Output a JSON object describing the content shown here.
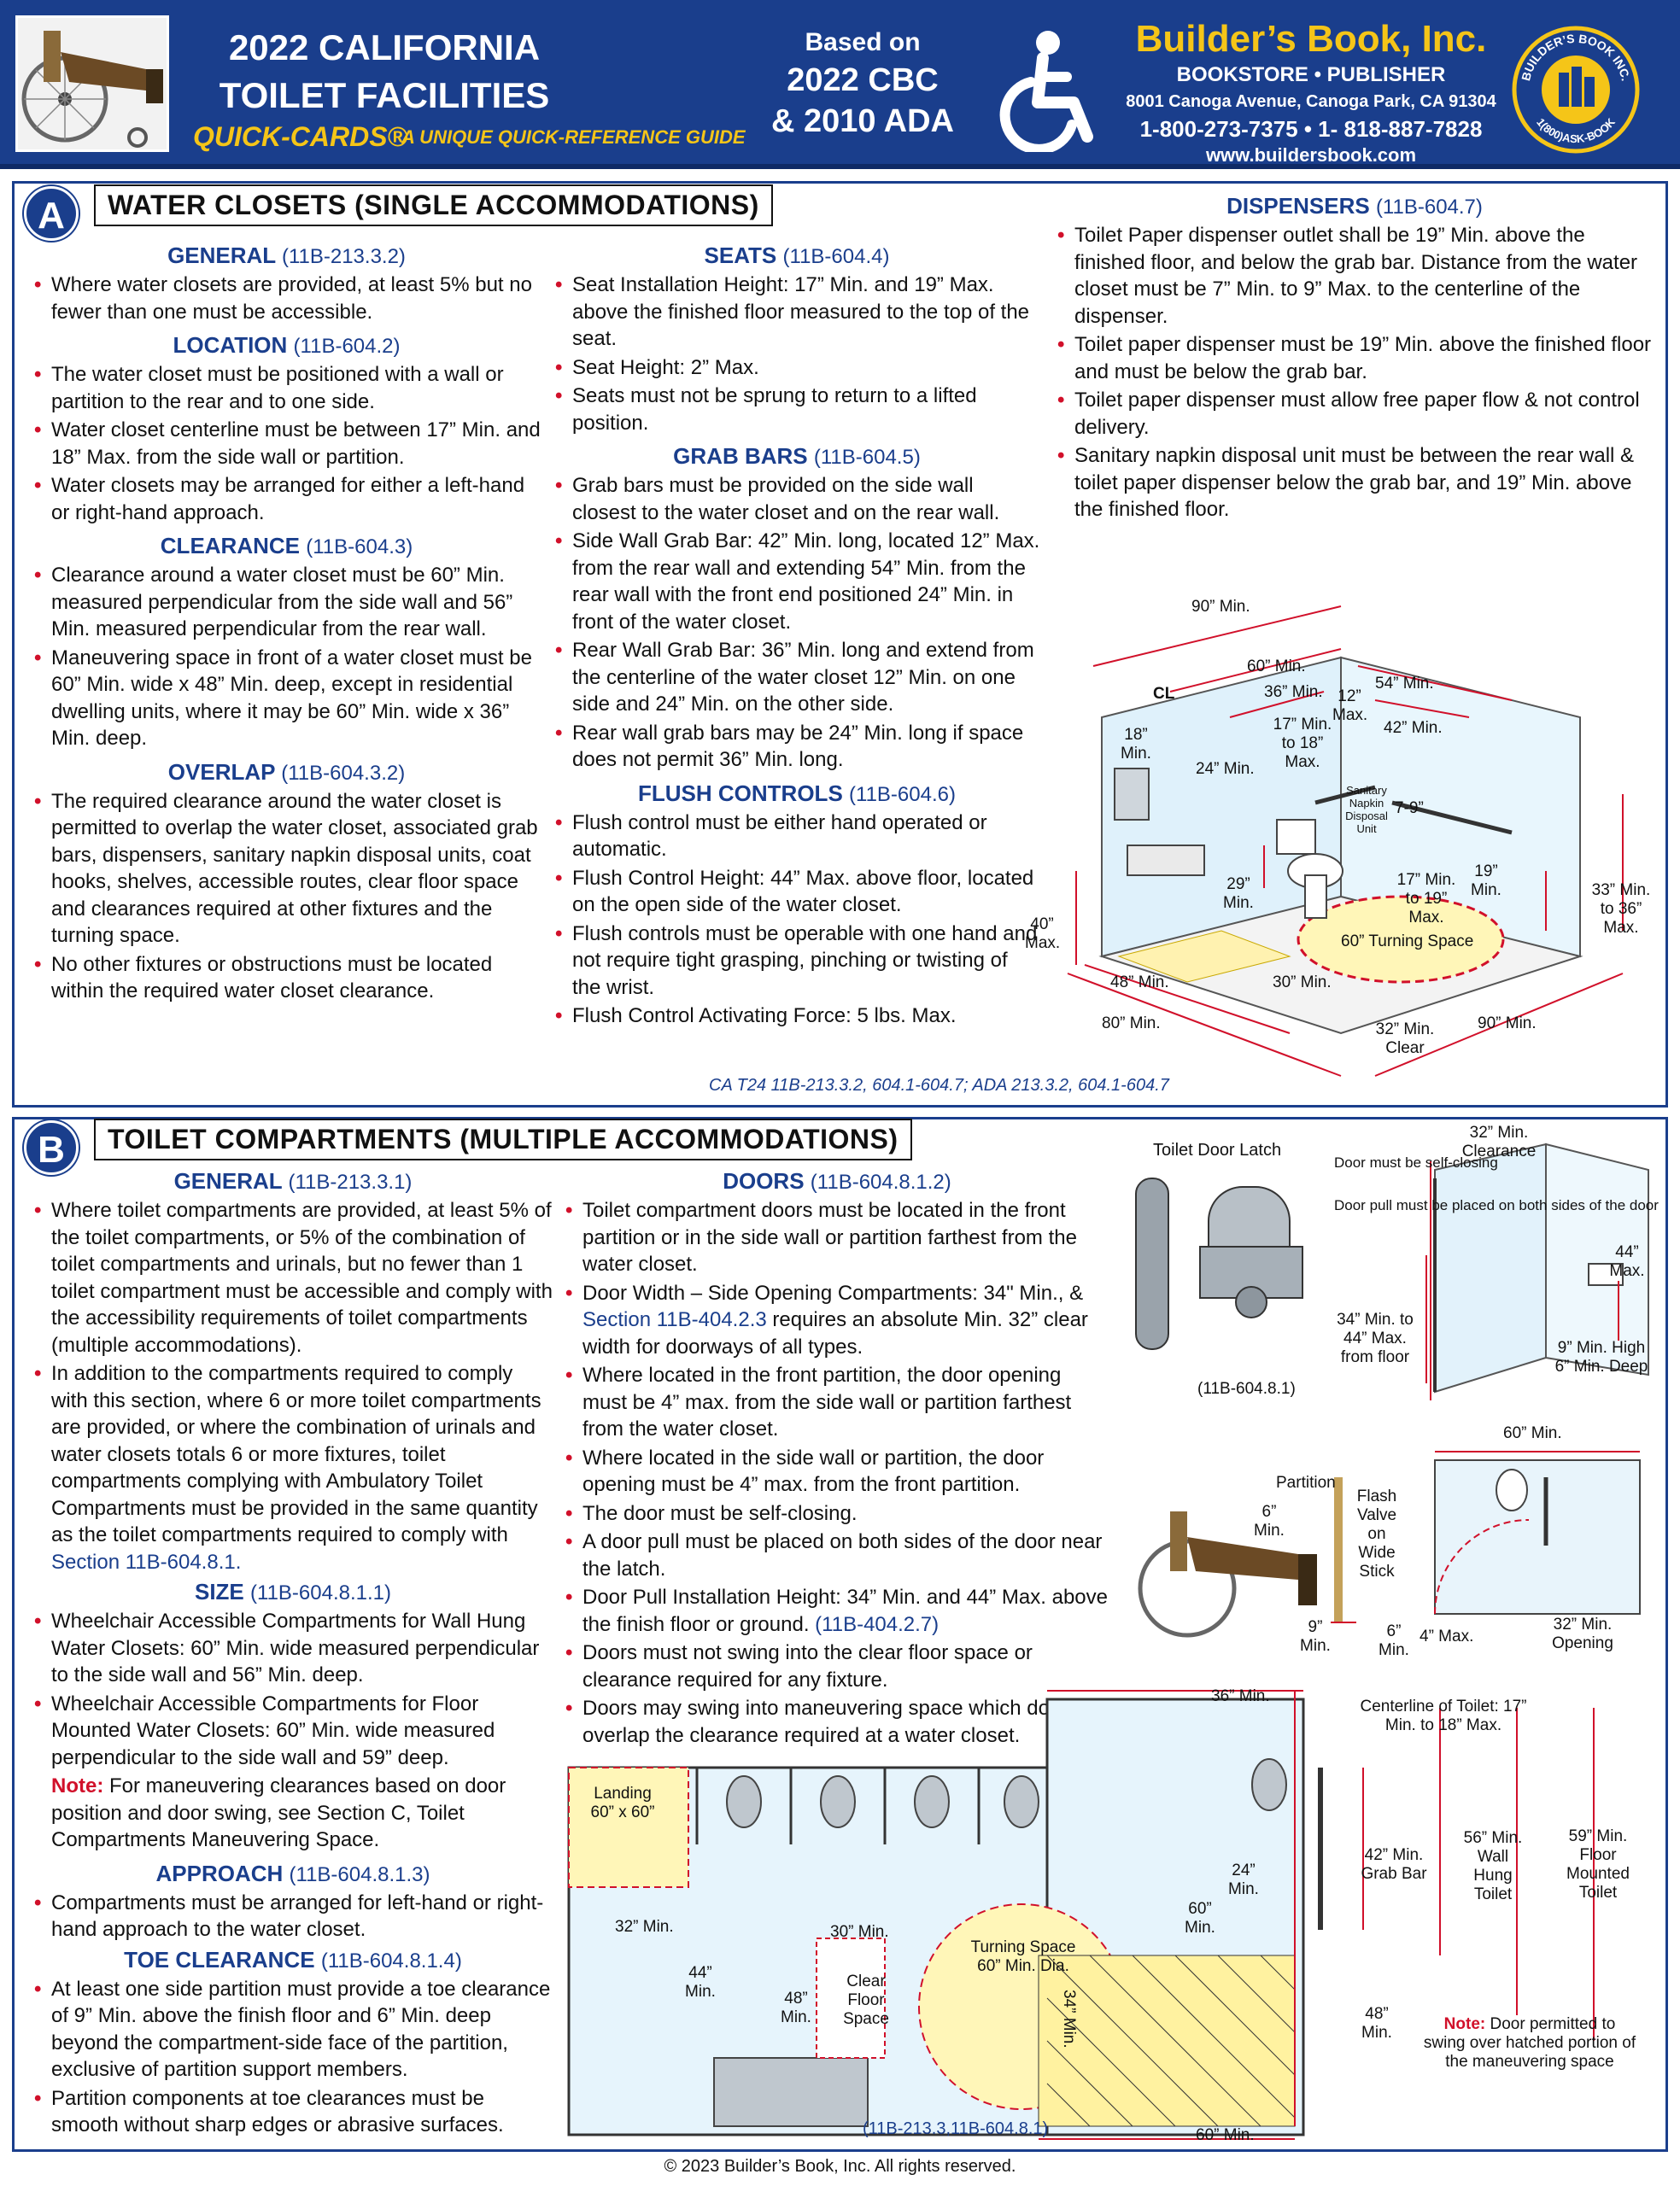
{
  "header": {
    "title_line1": "2022 CALIFORNIA",
    "title_line2": "TOILET FACILITIES",
    "quick_cards": "QUICK-CARDS®",
    "tagline": "A UNIQUE QUICK-REFERENCE GUIDE",
    "based_on": "Based on",
    "based_code1": "2022 CBC",
    "based_code2": "& 2010 ADA",
    "publisher": "Builder’s Book, Inc.",
    "publisher_sub": "BOOKSTORE  •  PUBLISHER",
    "address": "8001 Canoga Avenue, Canoga Park, CA  91304",
    "phones": "1-800-273-7375   •  1- 818-887-7828",
    "website": "www.buildersbook.com",
    "seal_top": "BUILDER’S BOOK INC.",
    "seal_bottom": "1(800)ASK-BOOK",
    "colors": {
      "brand_blue": "#1a3e8c",
      "accent_yellow": "#f5c518",
      "bullet_red": "#d1102a"
    }
  },
  "section_a": {
    "badge": "A",
    "title": "WATER CLOSETS (SINGLE ACCOMMODATIONS)",
    "general": {
      "heading": "GENERAL",
      "code": "(11B-213.3.2)",
      "items": [
        "Where water closets are provided, at least 5% but no fewer than one must be accessible."
      ]
    },
    "location": {
      "heading": "LOCATION",
      "code": "(11B-604.2)",
      "items": [
        "The water closet must be positioned with a wall or partition to the rear and to one side.",
        "Water closet centerline must be between 17” Min. and 18” Max. from the side wall or partition.",
        "Water closets may be arranged for either a left-hand or right-hand approach."
      ]
    },
    "clearance": {
      "heading": "CLEARANCE",
      "code": "(11B-604.3)",
      "items": [
        "Clearance around a water closet must be 60” Min. measured perpendicular from the side wall and 56” Min. measured perpendicular from the rear wall.",
        "Maneuvering space in front of a water closet must be 60” Min. wide x 48” Min. deep, except in residential dwelling units, where it may be 60” Min. wide x 36” Min. deep."
      ]
    },
    "overlap": {
      "heading": "OVERLAP",
      "code": "(11B-604.3.2)",
      "items": [
        "The required clearance around the water closet is permitted to overlap the water closet, associated grab bars, dispensers, sanitary napkin disposal units, coat hooks, shelves, accessible routes, clear floor space and clearances required at other fixtures and the turning space.",
        "No other fixtures or obstructions must be located within the required water closet clearance."
      ]
    },
    "seats": {
      "heading": "SEATS",
      "code": "(11B-604.4)",
      "items": [
        "Seat Installation Height: 17” Min. and 19” Max. above the finished floor measured to the top of the seat.",
        "Seat Height: 2” Max.",
        "Seats must not be sprung to return to a lifted position."
      ]
    },
    "grab_bars": {
      "heading": "GRAB BARS",
      "code": "(11B-604.5)",
      "items": [
        "Grab bars must be provided on the side wall closest to the water closet and on the rear wall.",
        "Side Wall Grab Bar: 42” Min. long, located 12” Max. from the rear wall and extending 54” Min. from the rear wall with the front end positioned 24” Min. in front of the water closet.",
        "Rear Wall Grab Bar: 36” Min. long and extend from the centerline of the water closet 12” Min. on one side and 24” Min. on the other side.",
        "Rear wall grab bars may be 24” Min. long if space does not permit 36” Min. long."
      ]
    },
    "flush_controls": {
      "heading": "FLUSH CONTROLS",
      "code": "(11B-604.6)",
      "items": [
        "Flush control must be either hand operated or automatic.",
        "Flush Control Height: 44” Max. above floor, located on the open side of the water closet.",
        "Flush controls must be operable with one hand and not require tight grasping, pinching or twisting of the wrist.",
        "Flush Control Activating Force: 5 lbs. Max."
      ]
    },
    "dispensers": {
      "heading": "DISPENSERS",
      "code": "(11B-604.7)",
      "items": [
        "Toilet Paper dispenser outlet shall be 19” Min. above the finished floor, and below the grab bar. Distance from the water closet must be 7” Min. to 9” Max. to the centerline of the dispenser.",
        "Toilet paper dispenser must be 19” Min. above the finished floor and must be below the grab bar.",
        "Toilet paper dispenser must allow free paper flow & not control delivery.",
        "Sanitary napkin disposal unit must be between the rear wall & toilet paper dispenser below the grab bar, and 19” Min. above the finished floor."
      ]
    },
    "diagram": {
      "labels": {
        "d90_top": "90” Min.",
        "d60": "60” Min.",
        "d36": "36” Min.",
        "d54": "54” Min.",
        "d12": "12” Max.",
        "d42": "42” Min.",
        "d17_18": "17” Min. to 18” Max.",
        "d18": "18” Min.",
        "d24": "24” Min.",
        "cl": "CL",
        "d7_9": "7-9”",
        "sanitary": "Sanitary Napkin Disposal Unit",
        "d29": "29” Min.",
        "d17_19": "17” Min. to 19” Max.",
        "d19": "19” Min.",
        "d33_36": "33” Min. to 36” Max.",
        "d40": "40” Max.",
        "turning": "60” Turning Space",
        "d48": "48” Min.",
        "d30": "30” Min.",
        "d80": "80” Min.",
        "d32": "32” Min. Clear",
        "d90_bottom": "90” Min."
      },
      "citation": "CA T24 11B-213.3.2, 604.1-604.7; ADA 213.3.2, 604.1-604.7"
    }
  },
  "section_b": {
    "badge": "B",
    "title": "TOILET COMPARTMENTS (MULTIPLE ACCOMMODATIONS)",
    "general": {
      "heading": "GENERAL",
      "code": "(11B-213.3.1)",
      "item1": "Where toilet compartments are provided, at least 5% of the toilet compartments, or 5% of the combination of toilet compartments and urinals, but no fewer than 1 toilet compartment must be accessible and comply with the accessibility requirements of toilet compartments (multiple accommodations).",
      "item2": "In addition to the compartments required to comply with this section, where 6 or more toilet compartments are provided, or where the combination of urinals and water closets totals 6 or more fixtures, toilet compartments complying with Ambulatory Toilet Compartments must be provided in the same quantity as the toilet compartments required to comply with ",
      "item2_link": "Section 11B-604.8.1."
    },
    "size": {
      "heading": "SIZE",
      "code": "(11B-604.8.1.1)",
      "items": [
        "Wheelchair Accessible Compartments for Wall Hung Water Closets: 60” Min. wide measured perpendicular to the side wall and 56” Min. deep.",
        "Wheelchair Accessible Compartments for Floor Mounted Water Closets: 60” Min. wide measured perpendicular to the side wall and 59” deep."
      ],
      "note_label": "Note:",
      "note": " For maneuvering clearances based on door position and door swing, see Section C, Toilet Compartments Maneuvering Space."
    },
    "approach": {
      "heading": "APPROACH",
      "code": "(11B-604.8.1.3)",
      "items": [
        "Compartments must be arranged for left-hand or right-hand approach to the water closet."
      ]
    },
    "toe_clearance": {
      "heading": "TOE CLEARANCE",
      "code": "(11B-604.8.1.4)",
      "items": [
        "At least one side partition must provide a toe clearance of 9” Min. above the finish floor and 6” Min. deep beyond the compartment-side face of the partition, exclusive of partition support members.",
        "Partition components at toe clearances must be smooth without sharp edges or abrasive surfaces."
      ]
    },
    "doors": {
      "heading": "DOORS",
      "code": "(11B-604.8.1.2)",
      "item1": "Toilet compartment doors must be located in the front partition or in the side wall or partition farthest from the water closet.",
      "item2a": "Door Width – Side Opening Compartments: 34\" Min., & ",
      "item2_link": "Section 11B-404.2.3",
      "item2b": " requires an absolute Min. 32” clear width for doorways of all types.",
      "item3": "Where located in the front partition, the door opening must be 4” max. from the side wall or partition farthest from the water closet.",
      "item4": "Where located in the side wall or partition, the door opening must be 4” max. from the front partition.",
      "item5": "The door must be self-closing.",
      "item6": "A door pull must be placed on both sides of the door near the latch.",
      "item7a": "Door Pull Installation Height: 34” Min. and 44” Max. above the finish floor or ground. ",
      "item7_link": "(11B-404.2.7)",
      "item8": "Doors must not swing into the clear floor space or clearance required for any fixture.",
      "item9": "Doors may swing into maneuvering space which does not overlap the clearance required at a water closet."
    },
    "figures": {
      "latch_title": "Toilet Door Latch",
      "latch_code": "(11B-604.8.1)",
      "door_notes": [
        "Door must be self-closing",
        "Door pull must be placed on both sides of the door"
      ],
      "d32_clear": "32” Min. Clearance",
      "d44": "44” Max.",
      "d34_44": "34” Min. to 44” Max. from floor",
      "d9_6": "9” Min. High 6” Min. Deep",
      "partition": "Partition",
      "d6": "6” Min.",
      "d9": "9” Min.",
      "d60_plan": "60” Min.",
      "flash_valve": "Flash Valve on Wide Stick",
      "d6b": "6” Min.",
      "d4": "4” Max.",
      "d32_opening": "32” Min. Opening",
      "d36_plan": "36” Min.",
      "centerline": "Centerline of Toilet: 17” Min. to 18” Max.",
      "landing": "Landing 60” x 60”",
      "d32_plan": "32” Min.",
      "d44_plan": "44” Min.",
      "d48_plan": "48” Min.",
      "d30_plan": "30” Min.",
      "clear_floor": "Clear Floor Space",
      "turning_space": "Turning Space 60” Min. Dia.",
      "d34_plan": "34” Min.",
      "d60_vert": "60” Min.",
      "d24_plan": "24” Min.",
      "d42_grab": "42” Min. Grab Bar",
      "d56_wall": "56” Min. Wall Hung Toilet",
      "d59_floor": "59” Min. Floor Mounted Toilet",
      "d48_right": "48” Min.",
      "note_label": "Note:",
      "note": " Door permitted to swing over hatched portion of the maneuvering space",
      "d60_bottom": "60” Min.",
      "plan_code": "(11B-213.3,11B-604.8.1)"
    }
  },
  "footer": {
    "copyright": "© 2023 Builder’s Book, Inc. All rights reserved."
  }
}
